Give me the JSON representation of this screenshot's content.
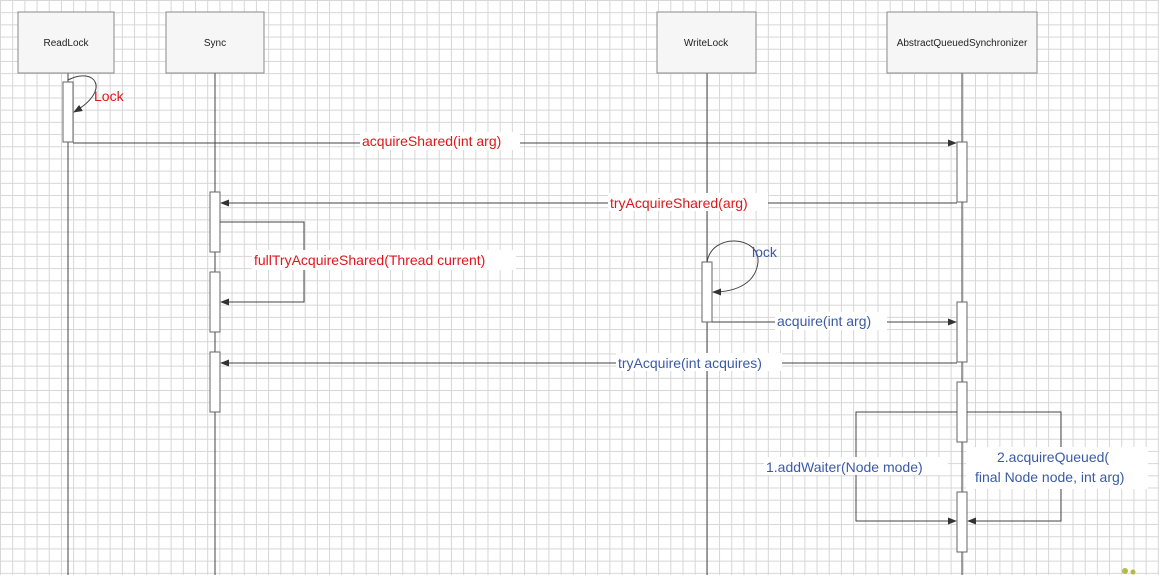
{
  "actors": [
    "ReadLock",
    "Sync",
    "WriteLock",
    "AbstractQueuedSynchronizer"
  ],
  "messages": {
    "lock_read": "Lock",
    "acquire_shared": "acquireShared(int arg)",
    "try_acquire_shared": "tryAcquireShared(arg)",
    "full_try_acquire_shared": "fullTryAcquireShared(Thread current)",
    "lock_write": "lock",
    "acquire": "acquire(int arg)",
    "try_acquire": "tryAcquire(int acquires)",
    "add_waiter": "1.addWaiter(Node mode)",
    "acquire_queued_1": "2.acquireQueued(",
    "acquire_queued_2": "final Node node, int arg)"
  },
  "colors": {
    "red": "#e0161b",
    "blue": "#3b5aa6"
  }
}
